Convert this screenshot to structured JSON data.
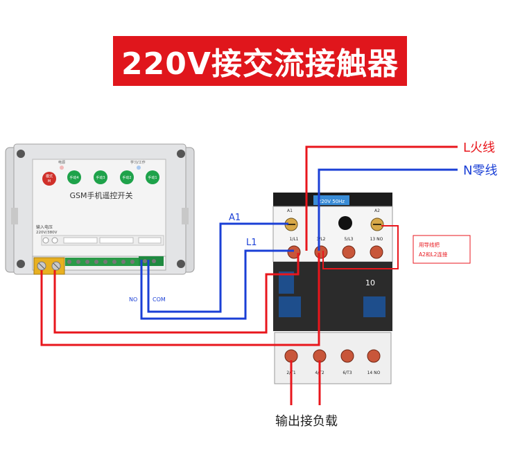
{
  "title": "220V接交流接触器",
  "controller": {
    "name": "GSM手机遥控开关",
    "led_power": "电源",
    "led_learn": "学习/工作",
    "buttons": [
      "模式 M",
      "手动4",
      "手动3",
      "手动2",
      "手动1"
    ],
    "input_voltage_label": "输入电压",
    "input_voltage_value": "220V/380V",
    "terminal_no": "NO",
    "terminal_com": "COM"
  },
  "wires": {
    "live_label": "L火线",
    "neutral_label": "N零线",
    "a1_label": "A1",
    "l1_label": "L1"
  },
  "contactor": {
    "coil_a1": "A1",
    "coil_a2": "A2",
    "top_terminals": [
      "1/L1",
      "3/L2",
      "5/L3",
      "13 NO"
    ],
    "bottom_terminals": [
      "2/T1",
      "4/T2",
      "6/T3",
      "14 NO"
    ],
    "rating": "10",
    "label_strip": "220V 50Hz"
  },
  "note": "用导线把\nA2和L2连接",
  "output_label": "输出接负载",
  "colors": {
    "red_wire": "#e8161c",
    "blue_wire": "#1a3fd6",
    "banner": "#e0161c"
  }
}
